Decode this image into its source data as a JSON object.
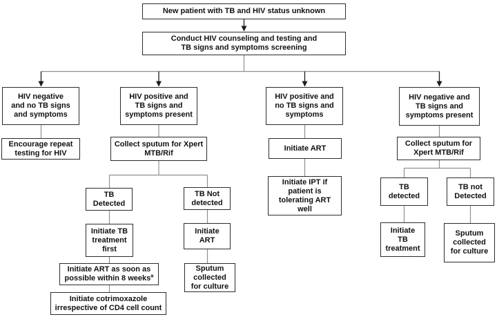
{
  "diagram": {
    "type": "flowchart",
    "colors": {
      "background": "#ffffff",
      "box_fill": "#ffffff",
      "box_border": "#2b2b2b",
      "connector_line": "#8f8f8f",
      "arrow": "#1c1c1c",
      "text": "#111111"
    },
    "nodes": {
      "new_patient": {
        "label": "New patient with TB and HIV status unknown"
      },
      "conduct_screening": {
        "label": "Conduct HIV counseling and testing and\nTB signs and symptoms screening"
      },
      "hiv_neg_no_tb": {
        "label": "HIV negative\nand no TB signs\nand symptoms"
      },
      "hiv_pos_tb": {
        "label": "HIV positive and\nTB signs and\nsymptoms present"
      },
      "hiv_pos_no_tb": {
        "label": "HIV positive and\nno TB signs and\nsymptoms"
      },
      "hiv_neg_tb": {
        "label": "HIV negative and\nTB signs and\nsymptoms present"
      },
      "encourage_repeat": {
        "label": "Encourage repeat\ntesting for HIV"
      },
      "collect_sputum_left": {
        "label": "Collect sputum for Xpert\nMTB/Rif"
      },
      "initiate_art_mid": {
        "label": "Initiate ART"
      },
      "collect_sputum_right": {
        "label": "Collect sputum for\nXpert MTB/Rif"
      },
      "tb_detected_left": {
        "label": "TB\nDetected"
      },
      "tb_not_detected_left": {
        "label": "TB Not\ndetected"
      },
      "initiate_tb_first": {
        "label": "Initiate TB\ntreatment\nfirst"
      },
      "initiate_art_sub": {
        "label": "Initiate\nART"
      },
      "initiate_art_soon": {
        "label": "Initiate ART as soon as\npossible within 8 weeks",
        "superscript": "a"
      },
      "sputum_culture_left": {
        "label": "Sputum\ncollected\nfor culture"
      },
      "cotrimoxazole": {
        "label": "Initiate cotrimoxazole\nirrespective of CD4 cell count"
      },
      "initiate_ipt": {
        "label": "Initiate IPT if\npatient is\ntolerating ART\nwell"
      },
      "tb_detected_right": {
        "label": "TB\ndetected"
      },
      "tb_not_detected_right": {
        "label": "TB not\nDetected"
      },
      "initiate_tb_right": {
        "label": "Initiate\nTB\ntreatment"
      },
      "sputum_culture_right": {
        "label": "Sputum\ncollected\nfor culture"
      }
    }
  }
}
